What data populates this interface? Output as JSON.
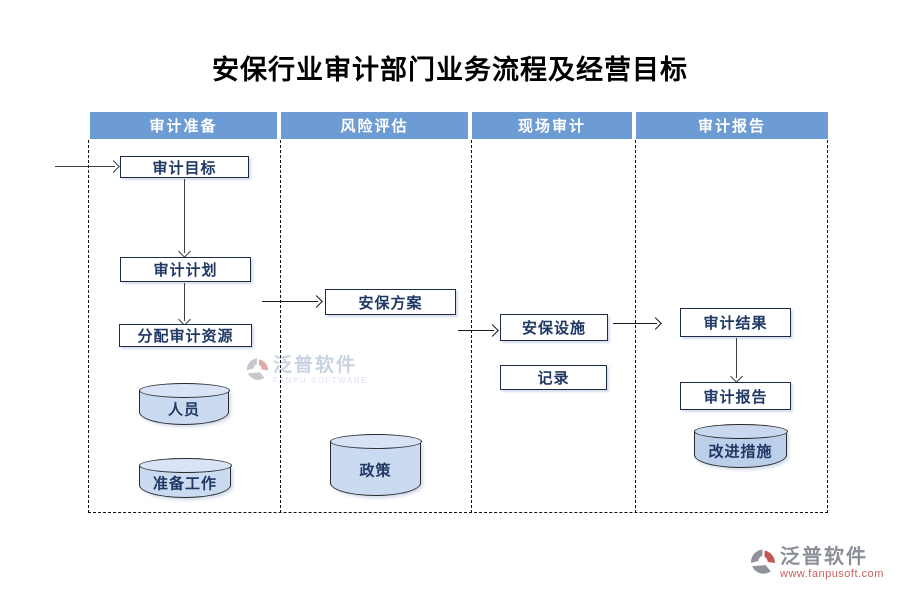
{
  "title": "安保行业审计部门业务流程及经营目标",
  "lanes": [
    {
      "label": "审计准备"
    },
    {
      "label": "风险评估"
    },
    {
      "label": "现场审计"
    },
    {
      "label": "审计报告"
    }
  ],
  "nodes": {
    "audit_goal": "审计目标",
    "audit_plan": "审计计划",
    "allocate_audit_resources": "分配审计资源",
    "personnel": "人员",
    "preparation_work": "准备工作",
    "security_plan": "安保方案",
    "policy": "政策",
    "security_facilities": "安保设施",
    "records": "记录",
    "audit_results": "审计结果",
    "audit_report": "审计报告",
    "improvement_measures": "改进措施"
  },
  "watermarks": {
    "center": {
      "brand": "泛普软件",
      "subtitle": "FANPU SOFTWARE"
    },
    "corner": {
      "brand": "泛普软件",
      "subtitle": "www.fanpusoft.com"
    }
  },
  "colors": {
    "lane_header_bg": "#6D9BD4",
    "lane_header_text": "#FFFFFF",
    "node_text_navy": "#1F3864",
    "cylinder_fill": "#C9DAF1",
    "cylinder_fill_dark": "#BCCFEA",
    "watermark_url_red": "#C9605A",
    "logo_red": "#C05A50",
    "logo_grey": "#8f939c"
  }
}
